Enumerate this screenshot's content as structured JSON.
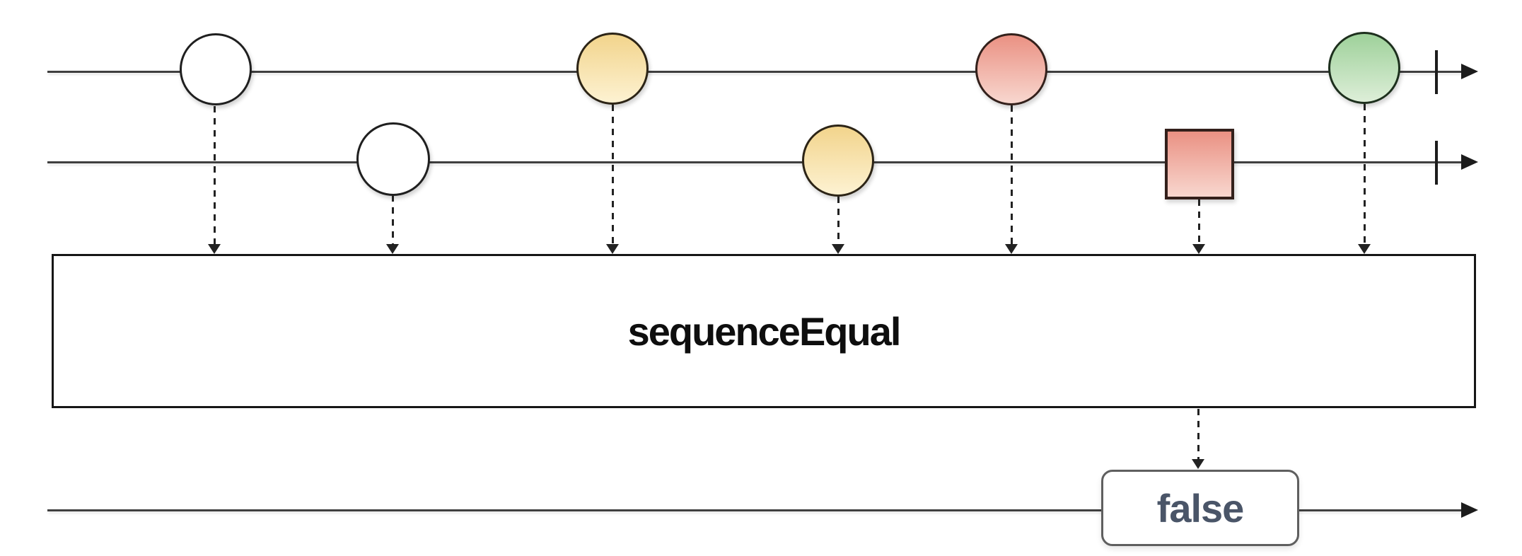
{
  "diagram": {
    "kind": "marble-diagram",
    "operator": {
      "label": "sequenceEqual"
    },
    "result": {
      "label": "false"
    },
    "sources": [
      {
        "id": "source-a",
        "marbles": [
          {
            "shape": "circle",
            "color": "white"
          },
          {
            "shape": "circle",
            "color": "yellow"
          },
          {
            "shape": "circle",
            "color": "red"
          },
          {
            "shape": "circle",
            "color": "green"
          }
        ],
        "terminal": "complete-tick-and-arrow"
      },
      {
        "id": "source-b",
        "marbles": [
          {
            "shape": "circle",
            "color": "white"
          },
          {
            "shape": "circle",
            "color": "yellow"
          },
          {
            "shape": "square",
            "color": "red"
          }
        ],
        "terminal": "complete-tick-and-arrow"
      }
    ],
    "output": {
      "terminal": "arrow"
    }
  },
  "colors": {
    "line": "#3f3f3f",
    "stroke-dark": "#1c1c1c",
    "connector": "#222222",
    "box-border": "#161616",
    "operator-text": "#0e0e0e",
    "result-border": "#5f5f5f",
    "result-text": "#4a5568",
    "marble-white": "#ffffff",
    "marble-white-stroke": "#1f1f1f",
    "marble-yellow-top": "#f2d48c",
    "marble-yellow-bottom": "#fdf2d2",
    "marble-yellow-stroke": "#2c2416",
    "marble-red-top": "#ea9183",
    "marble-red-bottom": "#f8d7cf",
    "marble-red-stroke": "#33201b",
    "marble-green-top": "#9ed19a",
    "marble-green-bottom": "#ddeed8",
    "marble-green-stroke": "#1d2f1d"
  }
}
